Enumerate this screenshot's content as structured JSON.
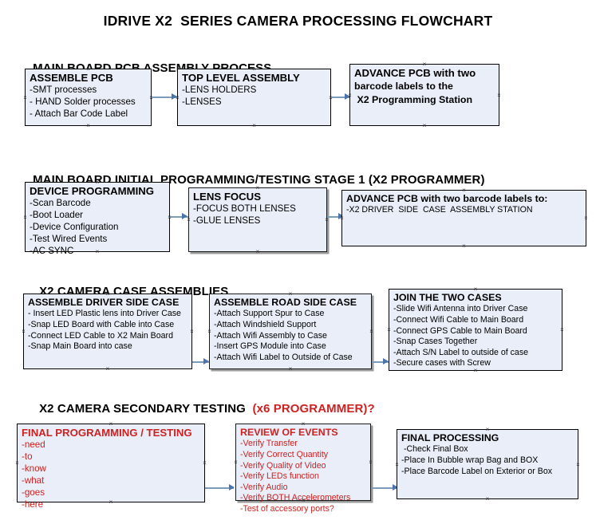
{
  "document": {
    "title": "IDRIVE X2  SERIES CAMERA PROCESSING FLOWCHART"
  },
  "sections": [
    {
      "heading": "MAIN BOARD PCB ASSEMBLY PROCESS",
      "heading_accent": "",
      "boxes": [
        {
          "title": "ASSEMBLE PCB",
          "lines": [
            "-SMT processes",
            "- HAND Solder processes",
            "- Attach Bar Code Label"
          ]
        },
        {
          "title": "TOP LEVEL ASSEMBLY",
          "lines": [
            "-LENS HOLDERS",
            "-LENSES"
          ]
        },
        {
          "title": "ADVANCE PCB with two",
          "lines": [
            "barcode labels to the",
            " X2 Programming Station"
          ]
        }
      ]
    },
    {
      "heading": "MAIN BOARD INITIAL PROGRAMMING/TESTING STAGE 1 (X2 PROGRAMMER)",
      "heading_accent": "",
      "boxes": [
        {
          "title": "DEVICE PROGRAMMING",
          "lines": [
            "-Scan Barcode",
            "-Boot Loader",
            "-Device Configuration",
            "-Test Wired Events",
            "-AC SYNC"
          ]
        },
        {
          "title": "LENS FOCUS",
          "lines": [
            "-FOCUS BOTH LENSES",
            "-GLUE LENSES"
          ]
        },
        {
          "title": "ADVANCE PCB with two barcode labels to:",
          "lines": [
            "-X2 DRIVER  SIDE  CASE  ASSEMBLY STATION"
          ]
        }
      ]
    },
    {
      "heading": "X2 CAMERA CASE ASSEMBLIES",
      "heading_accent": "",
      "boxes": [
        {
          "title": "ASSEMBLE DRIVER SIDE CASE",
          "lines": [
            "- Insert LED Plastic lens into Driver Case",
            "-Snap LED Board with Cable into Case",
            "-Connect LED Cable to X2 Main Board",
            "-Snap Main Board into case"
          ]
        },
        {
          "title": "ASSEMBLE ROAD SIDE CASE",
          "lines": [
            "-Attach Support Spur to Case",
            "-Attach Windshield Support",
            "-Attach Wifi Assembly to Case",
            "-Insert GPS Module into Case",
            "-Attach Wifi Label to Outside of Case"
          ]
        },
        {
          "title": "JOIN THE TWO CASES",
          "lines": [
            "-Slide Wifi Antenna into Driver Case",
            "-Connect Wifi Cable to Main Board",
            "-Connect GPS Cable to Main Board",
            "-Snap Cases Together",
            "-Attach S/N Label to outside of case",
            "-Secure cases with Screw"
          ]
        }
      ]
    },
    {
      "heading": "X2 CAMERA SECONDARY TESTING  ",
      "heading_accent": "(x6 PROGRAMMER)?",
      "boxes": [
        {
          "title": "FINAL PROGRAMMING / TESTING",
          "lines": [
            "-need",
            "-to",
            "-know",
            "-what",
            "-goes",
            "-here"
          ]
        },
        {
          "title": "REVIEW OF EVENTS",
          "lines": [
            "-Verify Transfer",
            "-Verify Correct Quantity",
            "-Verify Quality of Video",
            "-Verify LEDs function",
            "-Verify Audio",
            "-Verify BOTH Accelerometers",
            "-Test of accessory ports?"
          ]
        },
        {
          "title": "FINAL PROCESSING",
          "lines": [
            " -Check Final Box",
            "-Place In Bubble wrap Bag and BOX",
            "-Place Barcode Label on Exterior or Box"
          ]
        }
      ]
    }
  ],
  "colors": {
    "box_fill": "#e9eef8",
    "box_border": "#000000",
    "connector": "#7b9cba",
    "arrowhead": "#4a74ab",
    "accent_red": "#cc2222",
    "text": "#000000"
  }
}
